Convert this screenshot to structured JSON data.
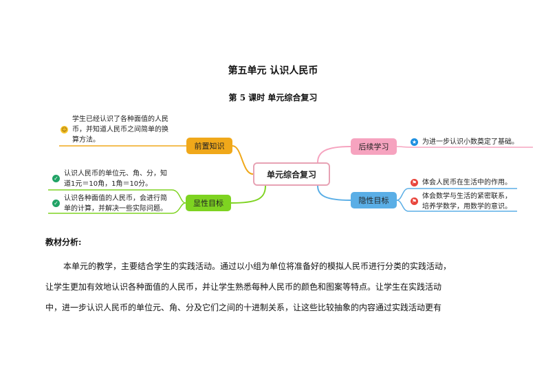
{
  "title": "第五单元 认识人民币",
  "subtitle": "第 5 课时 单元综合复习",
  "mindmap": {
    "center": "单元综合复习",
    "prior": {
      "label": "前置知识",
      "leaf": [
        "学生已经认识了各种面值的人民",
        "币，并知道人民币之间简单的换",
        "算方法。"
      ],
      "icon": "smile-icon"
    },
    "obvious": {
      "label": "显性目标",
      "leaf1": [
        "认识人民币的单位元、角、分，知",
        "道1元＝10角，1角＝10分。"
      ],
      "leaf2": [
        "认识各种面值的人民币，会进行简",
        "单的计算，并解决一些实际问题。"
      ],
      "icon": "check-icon"
    },
    "follow": {
      "label": "后续学习",
      "leaf": "为进一步认识小数奠定了基础。",
      "icon": "star-icon"
    },
    "hidden": {
      "label": "隐性目标",
      "leaf1": "体会人民币在生活中的作用。",
      "leaf2": [
        "体会数学与生活的紧密联系，",
        "培养学数学，用数学的意识。"
      ],
      "icon": "flag-icon"
    },
    "colors": {
      "prior": "#f0a81a",
      "obvious": "#7ed321",
      "follow": "#f6a3bf",
      "hidden": "#5aaee6",
      "center_border": "#e7a2b4"
    }
  },
  "analysis": {
    "heading": "教材分析:",
    "lines": [
      "本单元的教学，主要结合学生的实践活动。通过以小组为单位将准备好的模拟人民币进行分类的实践活动，",
      "让学生更加有效地认识各种面值的人民币，并让学生熟悉每种人民币的颜色和图案等特点。让学生在实践活动",
      "中，进一步认识人民币的单位元、角、分及它们之间的十进制关系，让这些比较抽象的内容通过实践活动更有"
    ]
  }
}
